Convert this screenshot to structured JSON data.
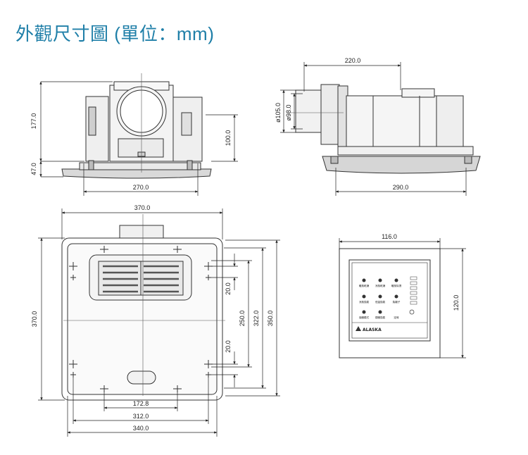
{
  "title": "外觀尺寸圖 (單位：mm)",
  "dimensions": {
    "front_view": {
      "height_body": "177.0",
      "height_flange": "47.0",
      "height_side": "100.0",
      "width_bottom": "270.0"
    },
    "side_view": {
      "top_width": "220.0",
      "outer_duct_dia": "ø105.0",
      "inner_duct_dia": "ø98.0",
      "bottom_width": "290.0"
    },
    "plan_view": {
      "overall_top": "370.0",
      "overall_left": "370.0",
      "right_20_upper": "20.0",
      "right_20_lower": "20.0",
      "right_250": "250.0",
      "right_322": "322.0",
      "right_350": "350.0",
      "bottom_172": "172.8",
      "bottom_312": "312.0",
      "bottom_340": "340.0"
    },
    "controller": {
      "width": "116.0",
      "height": "120.0"
    }
  },
  "controller_panel": {
    "brand": "ALASKA",
    "row1": [
      "暖風乾燥",
      "涼風乾燥",
      "暖風除濕"
    ],
    "row2": [
      "涼風換氣",
      "低溫換氣",
      "負離子"
    ],
    "row3": [
      "強暖模式",
      "弱暖換氣",
      "定時"
    ]
  }
}
